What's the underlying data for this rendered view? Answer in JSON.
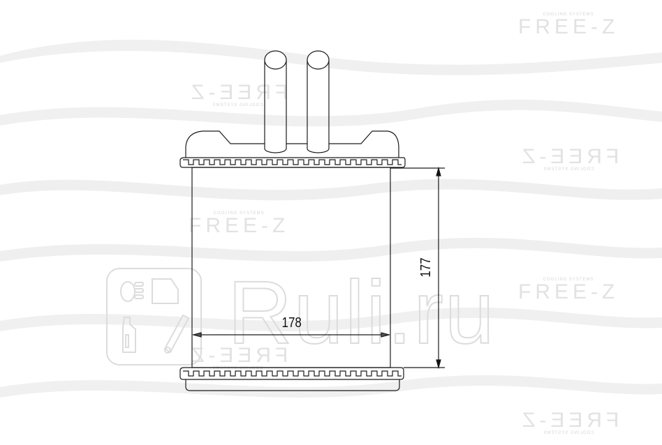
{
  "drawing": {
    "subject": "heater-core-radiator",
    "dimensions": {
      "width_label": "178",
      "height_label": "177"
    },
    "stroke_color": "#1a1a1a"
  },
  "watermarks": {
    "brand": "FREE-Z",
    "tagline": "COOLING SYSTEMS",
    "site": "Ruli.ru",
    "color": "#e2e2e2"
  }
}
